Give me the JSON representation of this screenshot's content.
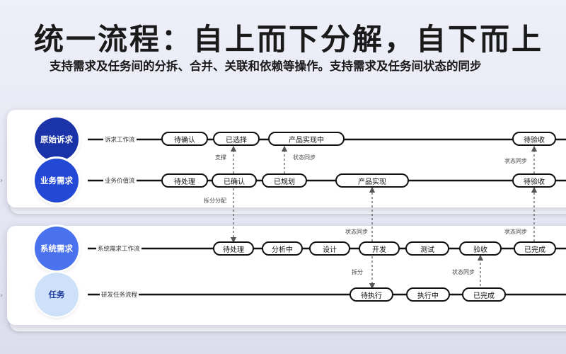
{
  "header": {
    "title": "统一流程：自上而下分解，自下而上",
    "subtitle": "支持需求及任务间的分拆、合并、关联和依赖等操作。支持需求及任务间状态的同步"
  },
  "actors": [
    {
      "key": "origin",
      "label": "原始诉求",
      "color": "#1a33a8"
    },
    {
      "key": "business",
      "label": "业务需求",
      "color": "#2448d6"
    },
    {
      "key": "system",
      "label": "系统需求",
      "color": "#4a72ee"
    },
    {
      "key": "task",
      "label": "任务",
      "color": "#cfe0fb",
      "text_color": "#1d3a9a"
    }
  ],
  "lanes": [
    {
      "key": "origin",
      "label": "诉求工作流"
    },
    {
      "key": "business",
      "label": "业务价值流"
    },
    {
      "key": "system",
      "label": "系统需求工作流"
    },
    {
      "key": "task",
      "label": "研发任务流程"
    }
  ],
  "nodes": {
    "origin": [
      "待确认",
      "已选择",
      "产品实现中",
      "待验收"
    ],
    "business": [
      "待处理",
      "已确认",
      "已规划",
      "产品实现",
      "待验收"
    ],
    "system": [
      "待处理",
      "分析中",
      "设计",
      "开发",
      "测试",
      "验收",
      "已完成"
    ],
    "task": [
      "待执行",
      "执行中",
      "已完成"
    ]
  },
  "annotations": {
    "support": "支撑",
    "state_sync_1": "状态同步",
    "split_assign": "拆分分配",
    "state_sync_2": "状态同步",
    "state_sync_3": "状态同步",
    "state_sync_4": "状态同步",
    "split": "拆分",
    "state_sync_5": "状态同步"
  },
  "colors": {
    "line": "#111111",
    "connector": "#555555",
    "panel": "#ffffff"
  }
}
